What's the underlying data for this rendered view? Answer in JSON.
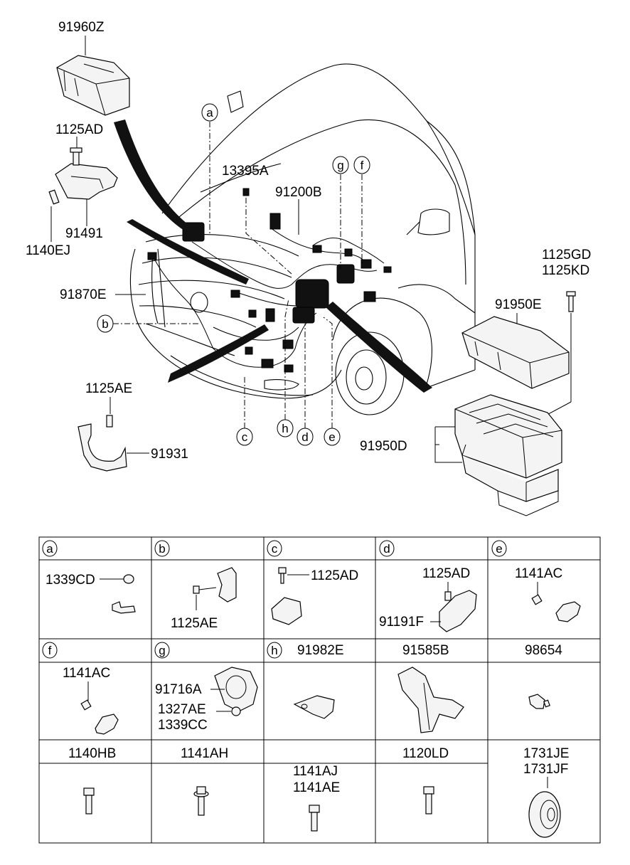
{
  "main_labels": {
    "top_cover": "91960Z",
    "bracket_bolt_top": "1125AD",
    "bracket_bolt_bottom": "1140EJ",
    "bracket": "91491",
    "clip_13395": "13395A",
    "harness": "91200B",
    "harness_left": "91870E",
    "bolt_gd": "1125GD",
    "bolt_kd": "1125KD",
    "box_cover": "91950E",
    "box": "91950D",
    "strap_bolt": "1125AE",
    "strap": "91931"
  },
  "callouts": [
    "a",
    "b",
    "c",
    "d",
    "e",
    "f",
    "g",
    "h"
  ],
  "table": {
    "row1": [
      {
        "circle": "a",
        "parts": [
          "1339CD"
        ]
      },
      {
        "circle": "b",
        "parts": [
          "1125AE"
        ]
      },
      {
        "circle": "c",
        "parts": [
          "1125AD"
        ]
      },
      {
        "circle": "d",
        "parts": [
          "1125AD",
          "91191F"
        ]
      },
      {
        "circle": "e",
        "parts": [
          "1141AC"
        ]
      }
    ],
    "row2": [
      {
        "circle": "f",
        "parts": [
          "1141AC"
        ]
      },
      {
        "circle": "g",
        "parts": [
          "91716A",
          "1327AE",
          "1339CC"
        ]
      },
      {
        "circle": "h",
        "header": "91982E"
      },
      {
        "header": "91585B"
      },
      {
        "header": "98654"
      }
    ],
    "row3": [
      {
        "header": "1140HB"
      },
      {
        "header": "1141AH"
      },
      {
        "parts": [
          "1141AJ",
          "1141AE"
        ]
      },
      {
        "header": "1120LD"
      },
      {
        "parts": [
          "1731JE",
          "1731JF"
        ]
      }
    ]
  }
}
